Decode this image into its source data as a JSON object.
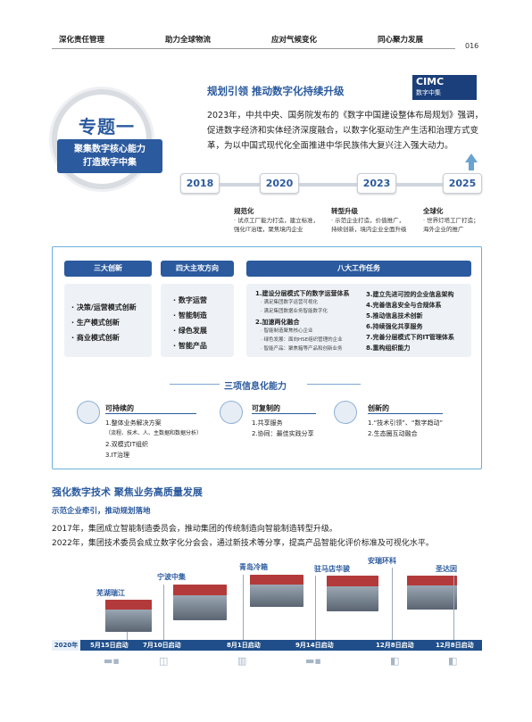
{
  "nav": {
    "items": [
      "深化责任管理",
      "助力全球物流",
      "应对气候变化",
      "同心聚力发展"
    ],
    "page_number": "016"
  },
  "topic": {
    "title": "专题一",
    "line1": "聚集数字核心能力",
    "line2": "打造数字中集"
  },
  "section1": {
    "heading": "规划引领 推动数字化持续升级",
    "logo_main": "CIMC",
    "logo_sub": "数字中集",
    "intro": "2023年，中共中央、国务院发布的《数字中国建设整体布局规划》强调，促进数字经济和实体经济深度融合，以数字化驱动生产生活和治理方式变革，为以中国式现代化全面推进中华民族伟大复兴注入强大动力。"
  },
  "timeline": {
    "years": [
      "2018",
      "2020",
      "2023",
      "2025"
    ],
    "notes": [
      {
        "title": "规范化",
        "lines": [
          "· 试点工厂能力打造，建立标准，",
          "强化IT治理，聚焦境内企业"
        ]
      },
      {
        "title": "转型升级",
        "lines": [
          "· 示范企业打造，价值推广，",
          "持续创新，境内企业全面升级"
        ]
      },
      {
        "title": "全球化",
        "lines": [
          "· 世界灯塔工厂打造；",
          "海外企业的推广"
        ]
      }
    ]
  },
  "framework": {
    "col1": {
      "header": "三大创新",
      "items": [
        "· 决策/运营模式创新",
        "· 生产模式创新",
        "· 商业模式创新"
      ]
    },
    "col2": {
      "header": "四大主攻方向",
      "items": [
        "· 数字运营",
        "· 智能制造",
        "· 绿色发展",
        "· 智能产品"
      ]
    },
    "col3": {
      "header": "八大工作任务",
      "left": [
        {
          "t": "1.建设分层模式下的数字运营体系",
          "subs": [
            "· 满足集团数字运营可视化",
            "· 满足集团数据业务智能数字化"
          ]
        },
        {
          "t": "2.加速两化融合",
          "subs": [
            "· 智能制造聚焦核心企业",
            "· 绿色发展：面向HSE组织管理的企业",
            "· 智能产品：聚焦箱等产品和创新业务"
          ]
        }
      ],
      "right": [
        "3.建立先进可控的企业信息架构",
        "4.完善信息安全与合规体系",
        "5.推动信息技术创新",
        "6.持续强化共享服务",
        "7.完善分层模式下的IT管理体系",
        "8.重构组织能力"
      ]
    },
    "three_title": "三项信息化能力",
    "caps": [
      {
        "title": "可持续的",
        "items": [
          "1.整体业务解决方案",
          "（流程、技术、人、主数据和数据分析）",
          "2.双模式IT组织",
          "3.IT治理"
        ]
      },
      {
        "title": "可复制的",
        "items": [
          "1.共享服务",
          "2.协同：最佳实践分享"
        ]
      },
      {
        "title": "创新的",
        "items": [
          "1.“技术引领”、“数字趋动”",
          "2.生态圈互动融合"
        ]
      }
    ]
  },
  "section2": {
    "heading": "强化数字技术 聚焦业务高质量发展",
    "subheading": "示范企业牵引，推动规划落地",
    "p1": "2017年，集团成立智能制造委员会，推动集团的传统制造向智能制造转型升级。",
    "p2": "2022年，集团技术委员会成立数字化分会会，通过新技术等分享，提高产品智能化评价标准及可视化水平。"
  },
  "companies": [
    {
      "name": "芜湖瑞江",
      "date": "5月15日启动"
    },
    {
      "name": "宁波中集",
      "date": "7月10日启动"
    },
    {
      "name": "青岛冷箱",
      "date": "8月1日启动"
    },
    {
      "name": "驻马店华骏",
      "date": "9月14日启动"
    },
    {
      "name": "安瑞环科",
      "date": "12月8日启动"
    },
    {
      "name": "圣达因",
      "date": "12月8日启动"
    }
  ],
  "bottom_year": "2020年",
  "colors": {
    "primary": "#2b5a9e",
    "dark_bar": "#1f4e8a",
    "frame": "#6ab0d8"
  }
}
